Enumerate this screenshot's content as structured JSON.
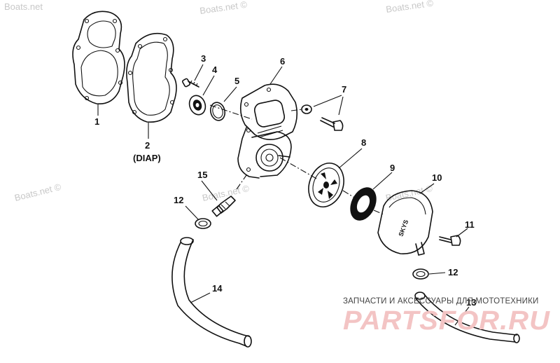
{
  "watermarks": {
    "top_left": "Boats.net",
    "top_mid": "Boats.net ©",
    "top_right": "Boats.net ©",
    "mid_left": "Boats.net ©",
    "mid_center": "Boats.net ©",
    "mid_right": "Boats.net ©"
  },
  "callouts": {
    "p1": "1",
    "p2": "2",
    "p2_note": "(DIAP)",
    "p3": "3",
    "p4": "4",
    "p5": "5",
    "p6": "6",
    "p7": "7",
    "p8": "8",
    "p9": "9",
    "p10": "10",
    "p11": "11",
    "p12a": "12",
    "p12b": "12",
    "p13": "13",
    "p14": "14",
    "p15": "15"
  },
  "part_marking": "SKYS",
  "branding": {
    "tagline": "ЗАПЧАСТИ И АКСЕССУАРЫ ДЛЯ МОТОТЕХНИКИ",
    "logo": "PARTSFOR.RU"
  }
}
